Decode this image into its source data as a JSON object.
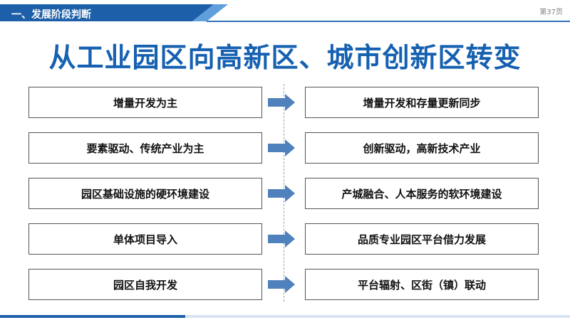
{
  "header": {
    "section_tag": "一、发展阶段判断",
    "page_number": "第37页"
  },
  "title": "从工业园区向高新区、城市创新区转变",
  "rows": [
    {
      "left": "增量开发为主",
      "right": "增量开发和存量更新同步"
    },
    {
      "left": "要素驱动、传统产业为主",
      "right": "创新驱动，高新技术产业"
    },
    {
      "left": "园区基础设施的硬环境建设",
      "right": "产城融合、人本服务的软环境建设"
    },
    {
      "left": "单体项目导入",
      "right": "品质专业园区平台借力发展"
    },
    {
      "left": "园区自我开发",
      "right": "平台辐射、区街（镇）联动"
    }
  ],
  "colors": {
    "brand_blue": "#1560b0",
    "arrow_blue": "#4f81bd",
    "header_blue": "#1d5fa9"
  },
  "icons": {
    "arrow": "right-arrow-icon"
  }
}
